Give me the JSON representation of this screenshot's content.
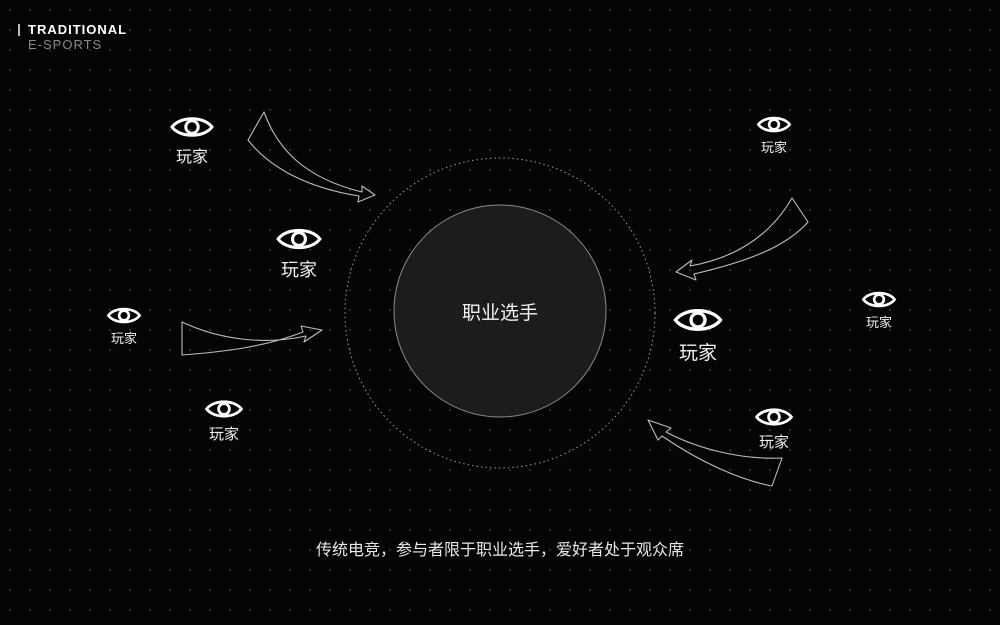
{
  "brand": {
    "line1": "TRADITIONAL",
    "line2": "E-SPORTS"
  },
  "center": {
    "label": "职业选手"
  },
  "viewers": [
    {
      "label": "玩家",
      "icon": "eye-icon"
    },
    {
      "label": "玩家",
      "icon": "eye-icon"
    },
    {
      "label": "玩家",
      "icon": "eye-icon"
    },
    {
      "label": "玩家",
      "icon": "eye-icon"
    },
    {
      "label": "玩家",
      "icon": "eye-icon"
    },
    {
      "label": "玩家",
      "icon": "eye-icon"
    },
    {
      "label": "玩家",
      "icon": "eye-icon"
    },
    {
      "label": "玩家",
      "icon": "eye-icon"
    }
  ],
  "caption": "传统电竞，参与者限于职业选手，爱好者处于观众席",
  "colors": {
    "background": "#050505",
    "center_fill": "#1e1e1e",
    "stroke": "#aaaaaa"
  }
}
